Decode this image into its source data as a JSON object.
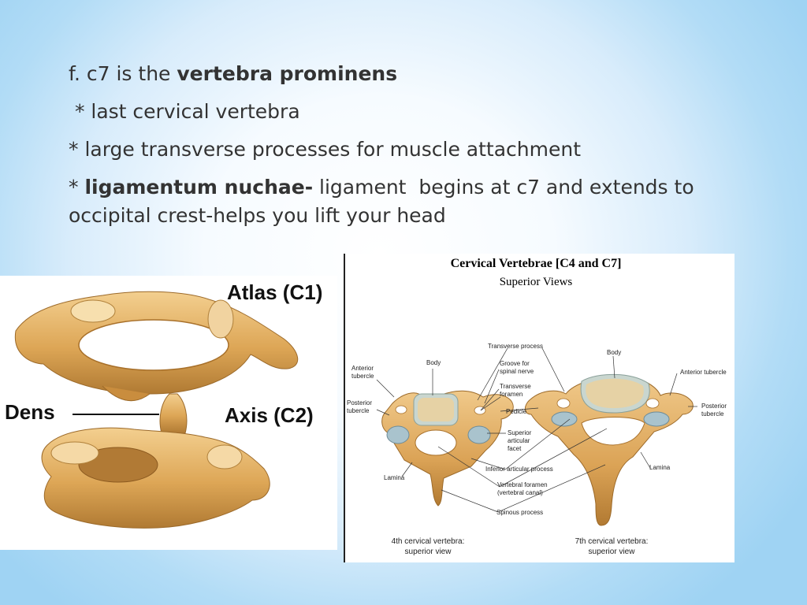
{
  "slide": {
    "heading": {
      "prefix": "f. c7 is the ",
      "bold": "vertebra prominens"
    },
    "bullet1": " * last cervical vertebra",
    "bullet2": "* large transverse processes for muscle attachment",
    "bullet3": {
      "prefix": "* ",
      "bold": "ligamentum nuchae-",
      "rest": " ligament  begins at c7 and extends to occipital crest-helps you lift your head"
    }
  },
  "left_figure": {
    "atlas_label": "Atlas (C1)",
    "dens_label": "Dens",
    "axis_label": "Axis (C2)"
  },
  "right_figure": {
    "title": "Cervical Vertebrae [C4 and C7]",
    "subtitle": "Superior Views",
    "labels": {
      "transverse_process": "Transverse process",
      "body_left": "Body",
      "body_right": "Body",
      "groove_1": "Groove for",
      "groove_2": "spinal nerve",
      "transverse_foramen_1": "Transverse",
      "transverse_foramen_2": "foramen",
      "pedicle": "Pedicle",
      "anterior_tubercle_left_1": "Anterior",
      "anterior_tubercle_left_2": "tubercle",
      "anterior_tubercle_right": "Anterior tubercle",
      "posterior_tubercle_left_1": "Posterior",
      "posterior_tubercle_left_2": "tubercle",
      "posterior_tubercle_right_1": "Posterior",
      "posterior_tubercle_right_2": "tubercle",
      "superior_facet_1": "Superior",
      "superior_facet_2": "articular",
      "superior_facet_3": "facet",
      "inferior_process": "Inferior articular process",
      "lamina_left": "Lamina",
      "lamina_right": "Lamina",
      "vertebral_foramen_1": "Vertebral foramen",
      "vertebral_foramen_2": "(vertebral canal)",
      "spinous_process": "Spinous process"
    },
    "caption_left_1": "4th cervical vertebra:",
    "caption_left_2": "superior view",
    "caption_right_1": "7th cervical vertebra:",
    "caption_right_2": "superior view"
  },
  "colors": {
    "text": "#333333",
    "bone": "#d9a14e",
    "bone_light": "#f0c98a",
    "bone_dark": "#a8702a",
    "cartilage": "#b9cbd3",
    "background_edge": "#9fd3f3"
  }
}
